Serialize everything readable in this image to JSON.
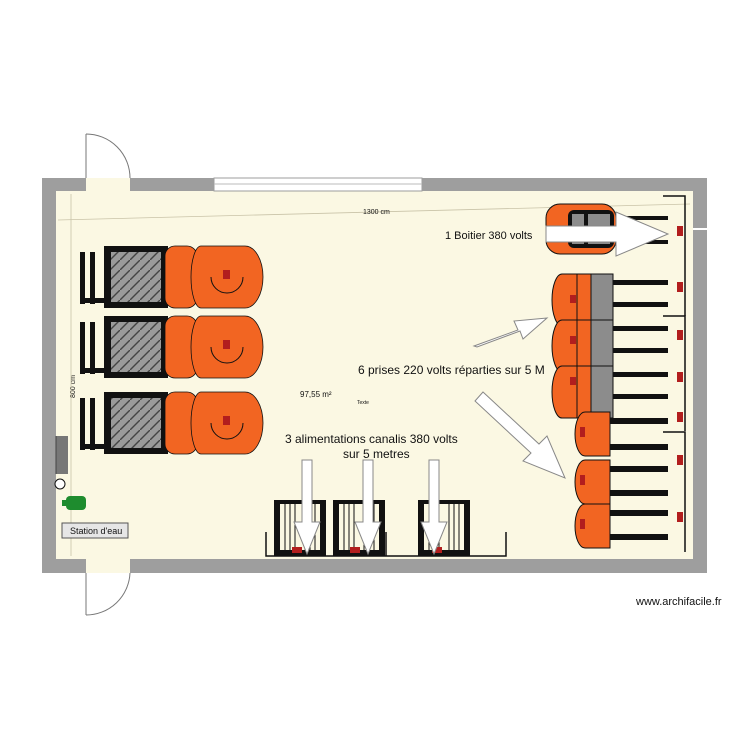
{
  "plan": {
    "dimension_width": "1300 cm",
    "dimension_height": "800 cm",
    "area": "97,55 m²",
    "small_text": "Texte",
    "annotation_boitier": "1 Boitier 380 volts",
    "annotation_prises": "6 prises 220 volts réparties sur 5 M",
    "annotation_canalis_line1": "3 alimentations canalis 380 volts",
    "annotation_canalis_line2": "sur 5 metres",
    "station_label": "Station d'eau",
    "watermark": "www.archifacile.fr"
  },
  "colors": {
    "wall": "#9e9e9e",
    "floor": "#fbf8e3",
    "machine_orange": "#f26522",
    "machine_grey": "#8c8c8c",
    "dark": "#111111",
    "station_green": "#1e8c2e"
  },
  "icons": {
    "forklift": "pallet-truck-icon",
    "outlet": "power-outlet-icon",
    "arrow": "arrow-icon",
    "water": "water-station-icon"
  }
}
